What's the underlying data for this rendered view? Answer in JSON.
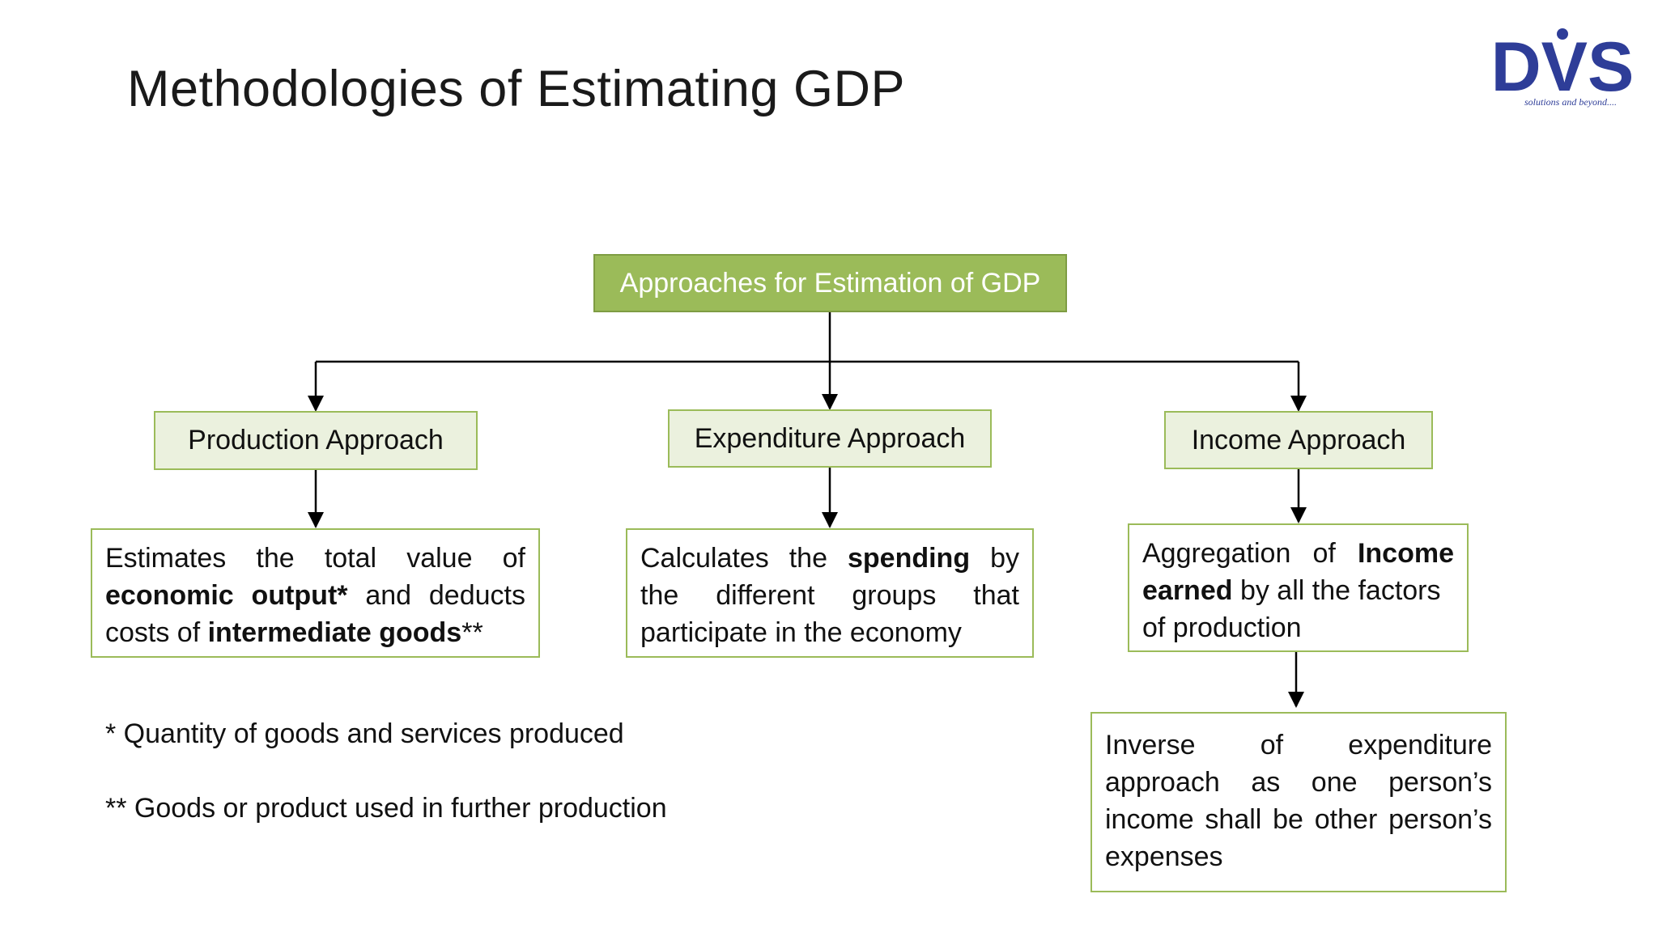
{
  "title": "Methodologies of Estimating GDP",
  "logo": {
    "text": "DVS",
    "tagline": "solutions and beyond....",
    "brand_color": "#2e3d98",
    "icon": "dvs-logo"
  },
  "colors": {
    "root_fill": "#9bbb59",
    "approach_fill": "#ebf1de",
    "border": "#9bbb59",
    "connector": "#000000"
  },
  "diagram": {
    "root": "Approaches for Estimation of GDP",
    "approaches": [
      {
        "label": "Production Approach",
        "description": [
          {
            "words": [
              {
                "t": "Estimates"
              },
              {
                "t": "the"
              },
              {
                "t": "total"
              },
              {
                "t": "value"
              },
              {
                "t": "of"
              }
            ]
          },
          {
            "words": [
              {
                "t": "economic",
                "b": true
              },
              {
                "t": "output*",
                "b": true
              },
              {
                "t": "and"
              },
              {
                "t": "deducts"
              }
            ]
          },
          {
            "words": [
              {
                "t": "costs of "
              },
              {
                "t": "intermediate goods",
                "b": true
              },
              {
                "t": "**"
              }
            ],
            "left": true
          }
        ]
      },
      {
        "label": "Expenditure Approach",
        "description": [
          {
            "words": [
              {
                "t": "Calculates"
              },
              {
                "t": "the"
              },
              {
                "t": "spending",
                "b": true
              },
              {
                "t": "by"
              }
            ]
          },
          {
            "words": [
              {
                "t": "the"
              },
              {
                "t": "different"
              },
              {
                "t": "groups"
              },
              {
                "t": "that"
              }
            ]
          },
          {
            "words": [
              {
                "t": "participate in the economy"
              }
            ],
            "left": true
          }
        ]
      },
      {
        "label": "Income Approach",
        "description": [
          {
            "words": [
              {
                "t": "Aggregation"
              },
              {
                "t": "of"
              },
              {
                "t": "Income",
                "b": true
              }
            ]
          },
          {
            "words": [
              {
                "t": "earned",
                "b": true
              },
              {
                "t": " by all the factors"
              }
            ],
            "left": true
          },
          {
            "words": [
              {
                "t": "of production"
              }
            ],
            "left": true
          }
        ],
        "sub_description": [
          {
            "words": [
              {
                "t": "Inverse"
              },
              {
                "t": "of"
              },
              {
                "t": "expenditure"
              }
            ]
          },
          {
            "words": [
              {
                "t": "approach"
              },
              {
                "t": "as"
              },
              {
                "t": "one"
              },
              {
                "t": "person’s"
              }
            ]
          },
          {
            "words": [
              {
                "t": "income"
              },
              {
                "t": "shall"
              },
              {
                "t": "be"
              },
              {
                "t": "other"
              },
              {
                "t": "person’s"
              }
            ]
          },
          {
            "words": [
              {
                "t": "expenses"
              }
            ],
            "left": true
          }
        ]
      }
    ]
  },
  "footnotes": [
    "* Quantity of goods and services produced",
    "** Goods or product used in further production"
  ]
}
